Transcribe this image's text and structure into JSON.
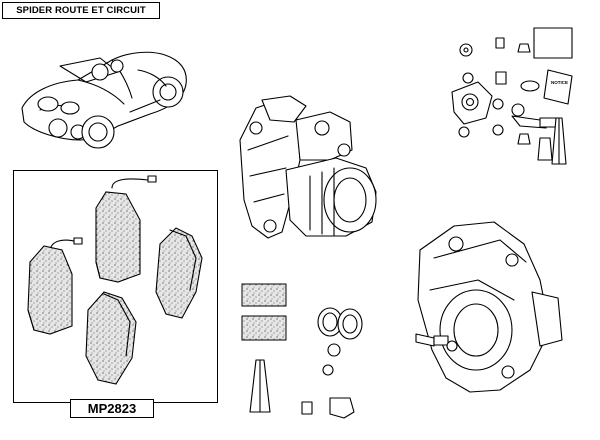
{
  "title": "SPIDER ROUTE ET CIRCUIT",
  "reference": "MP2823",
  "kit_card_label": "NOTICE"
}
